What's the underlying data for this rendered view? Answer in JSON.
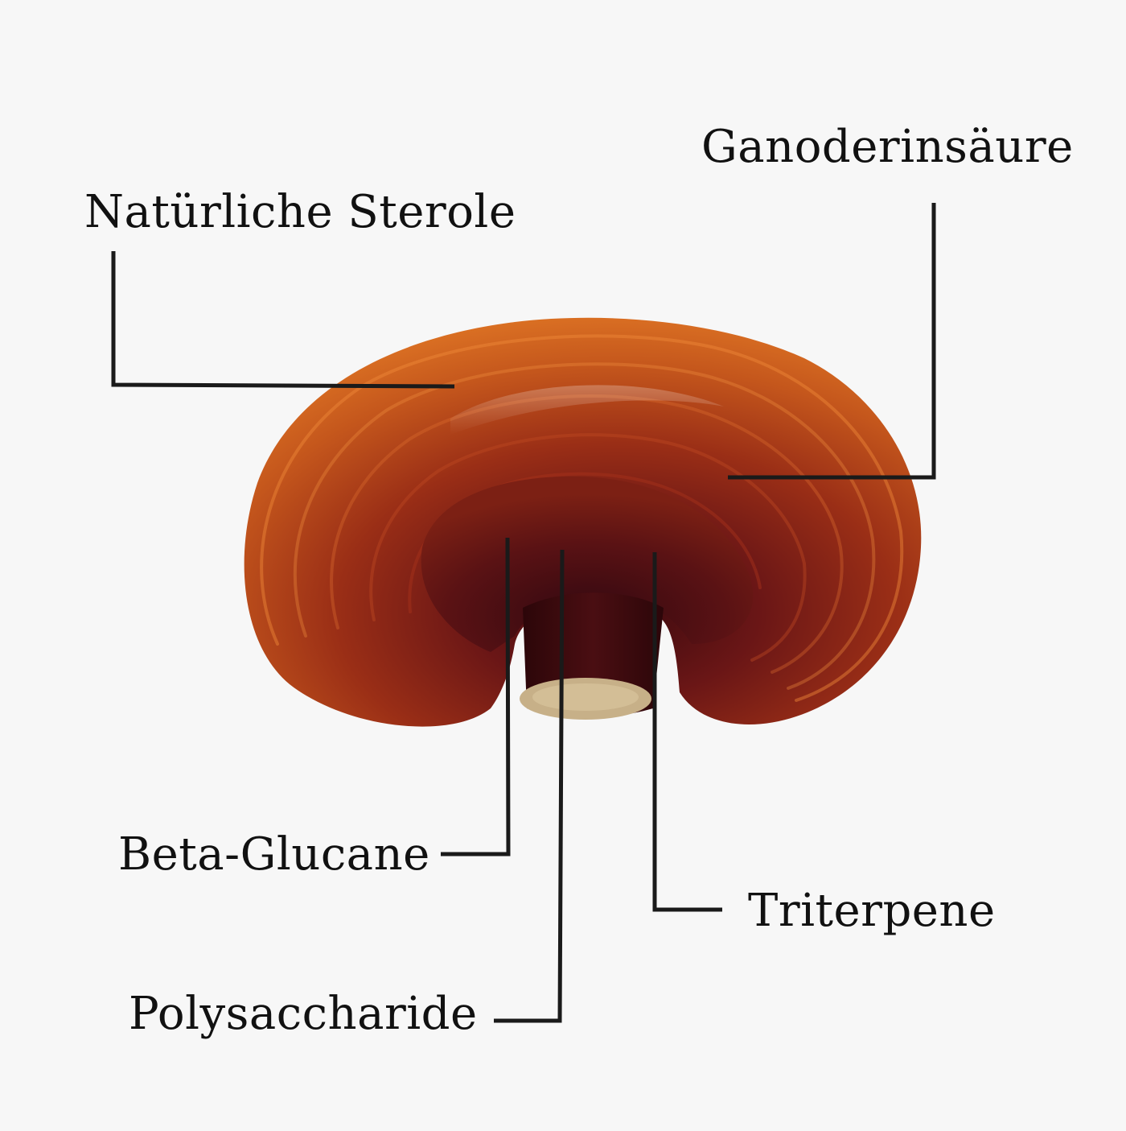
{
  "labels": {
    "sterole": "Natürliche Sterole",
    "ganoderin": "Ganoderinsäure",
    "beta_glucane": "Beta-Glucane",
    "triterpene": "Triterpene",
    "polysaccharide": "Polysaccharide"
  },
  "colors": {
    "background": "#f7f7f7",
    "leader_line": "#1a1a1a",
    "cap_orange": "#d2621c",
    "cap_red": "#8e2a18",
    "cap_dark": "#4a0f12",
    "stem_cut": "#c9b48a"
  },
  "image": {
    "subject": "reishi-mushroom"
  }
}
